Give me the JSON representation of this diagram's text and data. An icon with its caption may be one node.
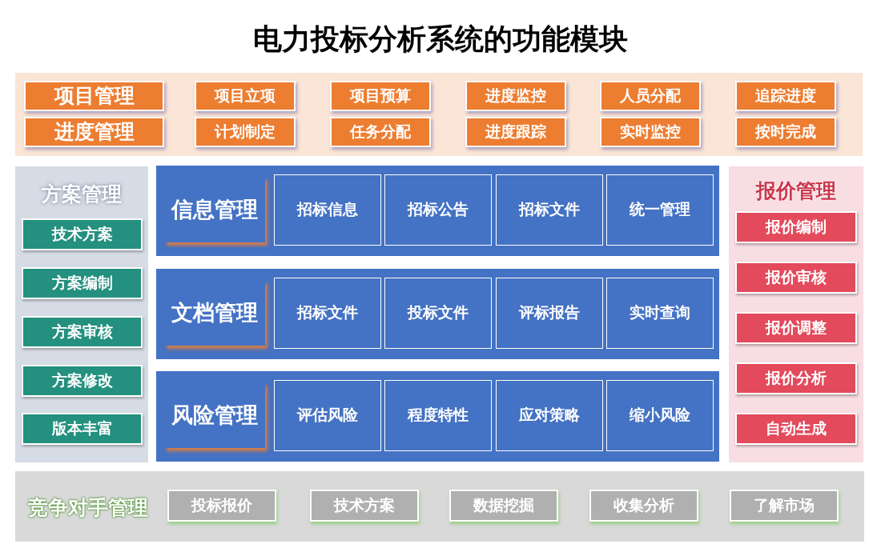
{
  "diagram": {
    "title": "电力投标分析系统的功能模块",
    "nodes": [
      {
        "text": [],
        "shape": "box"
      },
      {
        "text": [
          "项目管理"
        ],
        "in": 0
      },
      {
        "text": [
          "项目立项"
        ],
        "in": 0
      },
      {
        "text": [
          "项目预算"
        ],
        "in": 0
      },
      {
        "text": [
          "进度监控"
        ],
        "in": 0
      },
      {
        "text": [
          "人员分配"
        ],
        "in": 0
      },
      {
        "text": [
          "追踪进度"
        ],
        "in": 0
      },
      {
        "text": [
          "进度管理"
        ],
        "in": 0
      },
      {
        "text": [
          "计划制定"
        ],
        "in": 0
      },
      {
        "text": [
          "任务分配"
        ],
        "in": 0
      },
      {
        "text": [
          "进度跟踪"
        ],
        "in": 0
      },
      {
        "text": [
          "实时监控"
        ],
        "in": 0
      },
      {
        "text": [
          "按时完成"
        ],
        "in": 0
      },
      {
        "text": [
          "方案管理"
        ]
      },
      {
        "text": [
          "技术方案"
        ],
        "in": 13
      },
      {
        "text": [
          "方案编制"
        ],
        "in": 13
      },
      {
        "text": [
          "方案审核"
        ],
        "in": 13
      },
      {
        "text": [
          "方案修改"
        ],
        "in": 13
      },
      {
        "text": [
          "版本丰富"
        ],
        "in": 13
      },
      {
        "text": [
          "信息管理"
        ]
      },
      {
        "text": [
          "招标信息"
        ],
        "in": 19
      },
      {
        "text": [
          "招标公告"
        ],
        "in": 19
      },
      {
        "text": [
          "招标文件"
        ],
        "in": 19
      },
      {
        "text": [
          "统一管理"
        ],
        "in": 19
      },
      {
        "text": [
          "文档管理"
        ]
      },
      {
        "text": [
          "招标文件"
        ],
        "in": 24
      },
      {
        "text": [
          "投标文件"
        ],
        "in": 24
      },
      {
        "text": [
          "评标报告"
        ],
        "in": 24
      },
      {
        "text": [
          "实时查询"
        ],
        "in": 24
      },
      {
        "text": [
          "风险管理"
        ]
      },
      {
        "text": [
          "评估风险"
        ],
        "in": 29
      },
      {
        "text": [
          "程度特性"
        ],
        "in": 29
      },
      {
        "text": [
          "应对策略"
        ],
        "in": 29
      },
      {
        "text": [
          "缩小风险"
        ],
        "in": 29
      },
      {
        "text": [
          "报价管理"
        ]
      },
      {
        "text": [
          "报价编制"
        ],
        "in": 34
      },
      {
        "text": [
          "报价审核"
        ],
        "in": 34
      },
      {
        "text": [
          "报价调整"
        ],
        "in": 34
      },
      {
        "text": [
          "报价分析"
        ],
        "in": 34
      },
      {
        "text": [
          "自动生成"
        ],
        "in": 34
      },
      {
        "text": [
          "竞争对手管理"
        ]
      },
      {
        "text": [
          "投标报价"
        ],
        "in": 40
      },
      {
        "text": [
          "技术方案"
        ],
        "in": 40
      },
      {
        "text": [
          "数据挖掘"
        ],
        "in": 40
      },
      {
        "text": [
          "收集分析"
        ],
        "in": 40
      },
      {
        "text": [
          "了解市场"
        ],
        "in": 40
      }
    ]
  }
}
